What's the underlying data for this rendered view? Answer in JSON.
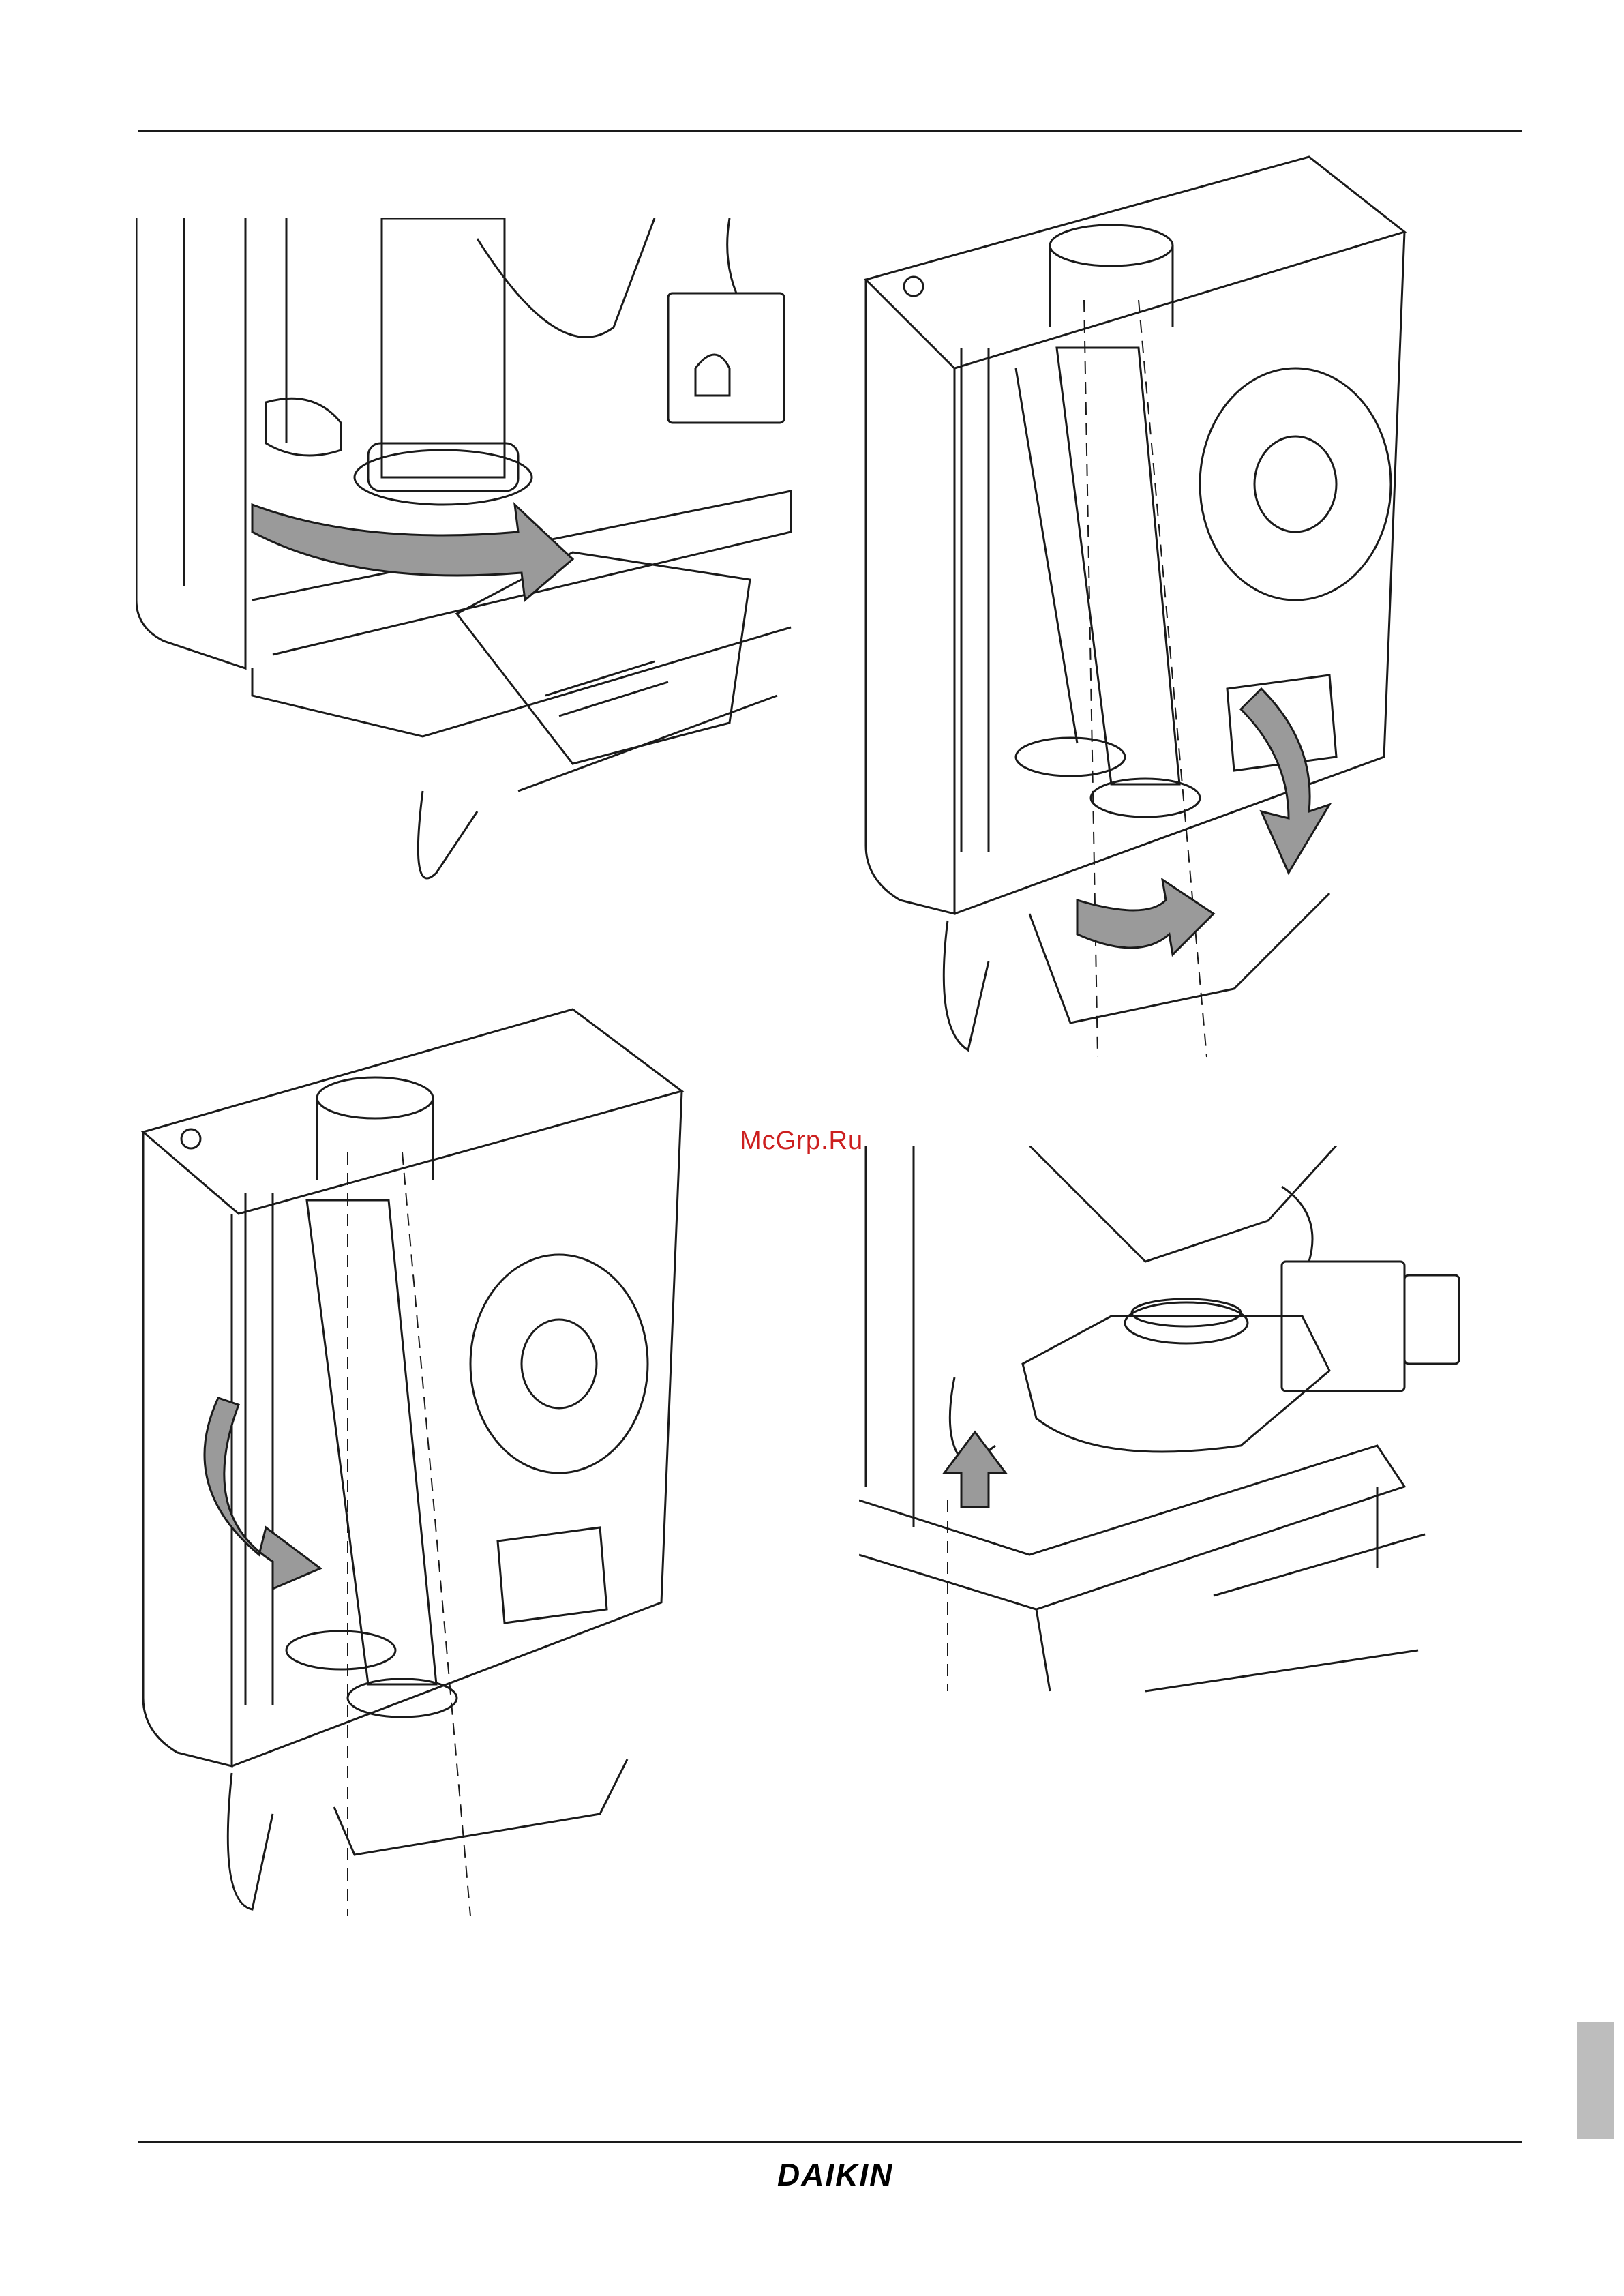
{
  "watermark": "McGrp.Ru",
  "brand": {
    "logo_text": "DAIKIN"
  },
  "figures": [
    {
      "id": "step-1",
      "arrow": "clockwise-turn"
    },
    {
      "id": "step-2",
      "arrow": "turn-and-lower"
    },
    {
      "id": "step-3",
      "arrow": "rotate-down"
    },
    {
      "id": "step-4",
      "arrow": "lift-up"
    }
  ],
  "colors": {
    "ink": "#1a1a1a",
    "arrow_fill": "#9a9a9a",
    "tab_gray": "#bdbdbd",
    "watermark": "#cc1f1f"
  }
}
